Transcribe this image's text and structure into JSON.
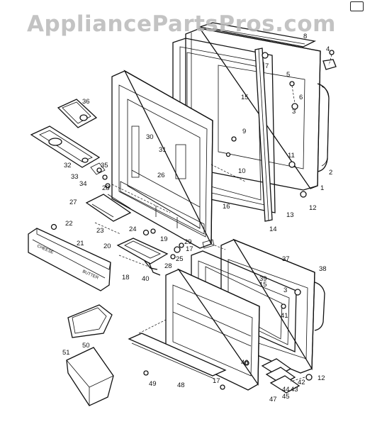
{
  "watermark": "AppliancePartsPros.com",
  "diagram": {
    "callouts": {
      "c1": "1",
      "c2": "2",
      "c3a": "3",
      "c3b": "3",
      "c4": "4",
      "c5": "5",
      "c6": "6",
      "c7": "7",
      "c8": "8",
      "c9": "9",
      "c10": "10",
      "c11": "11",
      "c12a": "12",
      "c12b": "12",
      "c13": "13",
      "c14": "14",
      "c15a": "15",
      "c15b": "15",
      "c16": "16",
      "c17a": "17",
      "c17b": "17",
      "c18": "18",
      "c19": "19",
      "c20": "20",
      "c21": "21",
      "c22": "22",
      "c23": "23",
      "c24": "24",
      "c25": "25",
      "c26": "26",
      "c27": "27",
      "c28a": "28",
      "c28b": "28",
      "c29": "29",
      "c30": "30",
      "c31": "31",
      "c32": "32",
      "c33": "33",
      "c34": "34",
      "c35": "35",
      "c36": "36",
      "c37": "37",
      "c38": "38",
      "c39": "39",
      "c40": "40",
      "c41": "41",
      "c42": "42",
      "c43": "43",
      "c44": "44",
      "c45": "45",
      "c46": "46",
      "c47": "47",
      "c48": "48",
      "c49": "49",
      "c50": "50",
      "c51": "51"
    },
    "panel_text_left": "CHEESE",
    "panel_text_right": "BUTTER"
  }
}
